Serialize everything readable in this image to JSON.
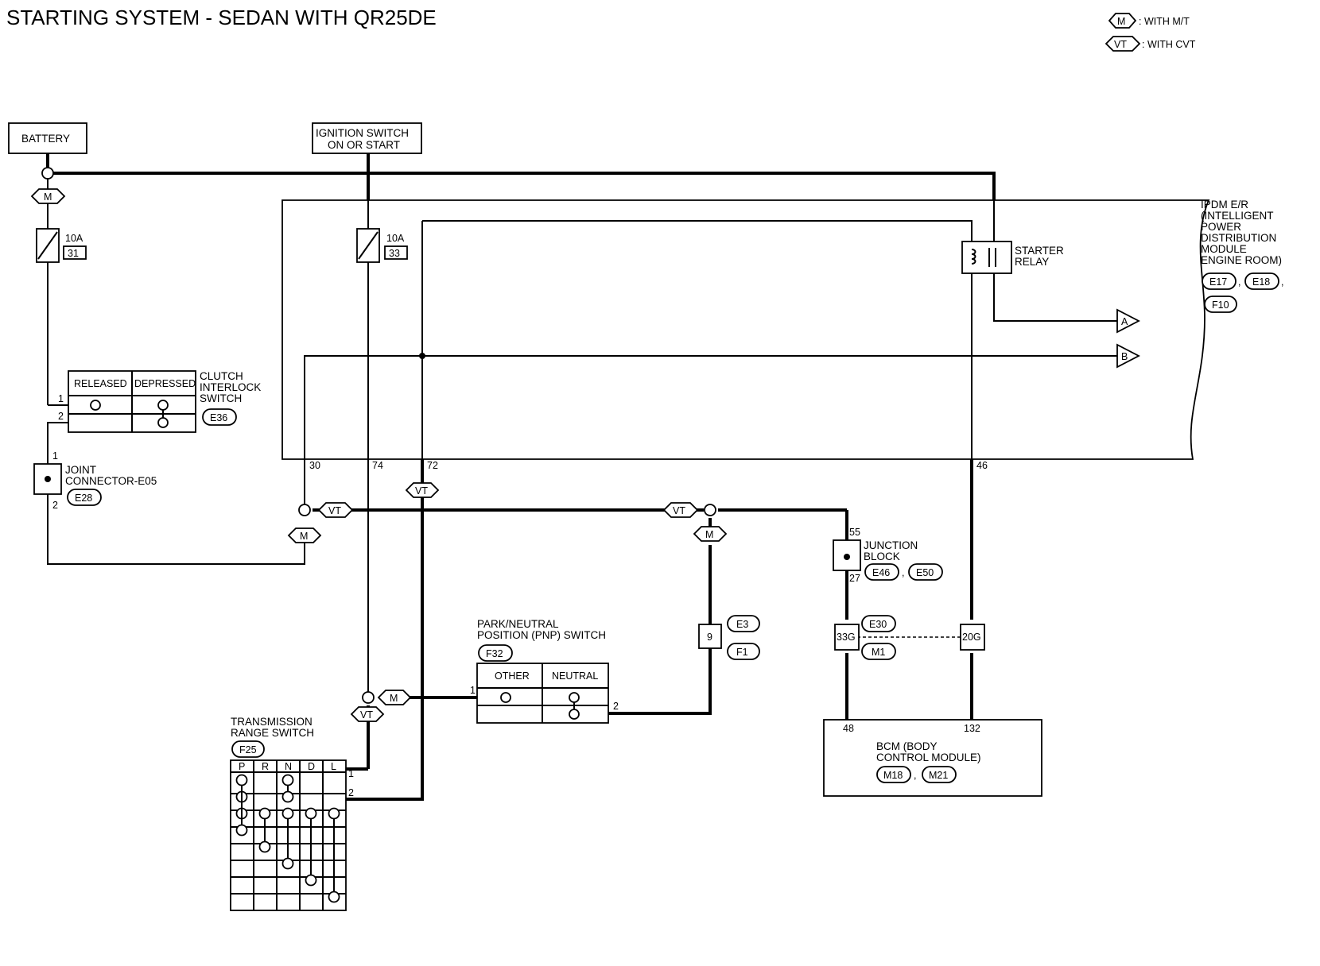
{
  "title": "STARTING SYSTEM - SEDAN WITH QR25DE",
  "legend": [
    {
      "code": "M",
      "text": ": WITH M/T"
    },
    {
      "code": "VT",
      "text": ": WITH CVT"
    }
  ],
  "components": {
    "battery": "BATTERY",
    "ignition": [
      "IGNITION SWITCH",
      "ON OR START"
    ],
    "ipdm": [
      "IPDM E/R",
      "(INTELLIGENT",
      "POWER",
      "DISTRIBUTION",
      "MODULE",
      "ENGINE ROOM)"
    ],
    "ipdm_connectors": [
      "E17",
      "E18",
      "F10"
    ],
    "starter_relay": [
      "STARTER",
      "RELAY"
    ],
    "fuse1": {
      "amp": "10A",
      "num": "31"
    },
    "fuse2": {
      "amp": "10A",
      "num": "33"
    },
    "clutch": {
      "name": [
        "CLUTCH",
        "INTERLOCK",
        "SWITCH"
      ],
      "connector": "E36",
      "cols": [
        "RELEASED",
        "DEPRESSED"
      ]
    },
    "joint": {
      "name": [
        "JOINT",
        "CONNECTOR-E05"
      ],
      "connector": "E28"
    },
    "pnp": {
      "name": [
        "PARK/NEUTRAL",
        "POSITION (PNP) SWITCH"
      ],
      "connector": "F32",
      "cols": [
        "OTHER",
        "NEUTRAL"
      ]
    },
    "trs": {
      "name": [
        "TRANSMISSION",
        "RANGE SWITCH"
      ],
      "connector": "F25",
      "cols": [
        "P",
        "R",
        "N",
        "D",
        "L"
      ]
    },
    "junction": {
      "name": [
        "JUNCTION",
        "BLOCK"
      ],
      "connectors": [
        "E46",
        "E50"
      ]
    },
    "bcm": {
      "name": [
        "BCM (BODY",
        "CONTROL MODULE)"
      ],
      "connectors": [
        "M18",
        "M21"
      ]
    },
    "inline1": {
      "pin": "9",
      "connectors": [
        "E3",
        "F1"
      ]
    },
    "inline2": {
      "pins": [
        "33G",
        "20G"
      ],
      "connectors": [
        "E30",
        "M1"
      ]
    }
  },
  "pins": {
    "ipdm30": "30",
    "ipdm74": "74",
    "ipdm72": "72",
    "ipdm46": "46",
    "clutch1": "1",
    "clutch2": "2",
    "joint1": "1",
    "joint2": "2",
    "pnp1": "1",
    "pnp2": "2",
    "trs1": "1",
    "trs2": "2",
    "jb55": "55",
    "jb27": "27",
    "bcm48": "48",
    "bcm132": "132"
  },
  "offpage": [
    "A",
    "B"
  ],
  "option_codes": {
    "m": "M",
    "vt": "VT"
  }
}
